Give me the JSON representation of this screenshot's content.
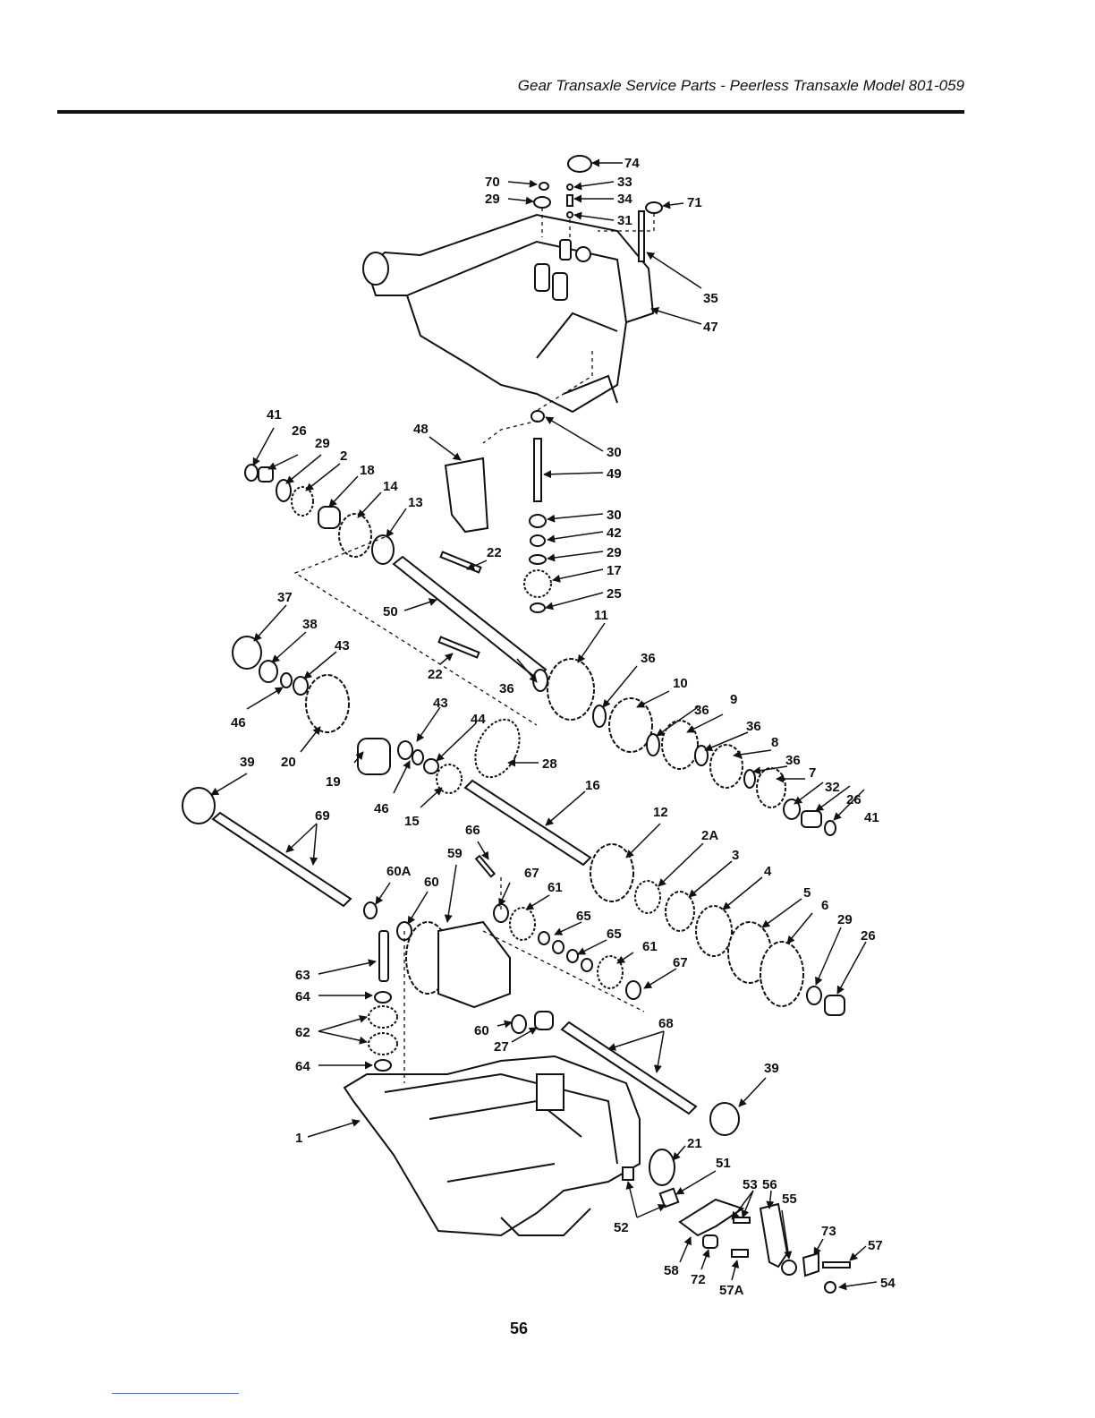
{
  "header": {
    "title": "Gear Transaxle Service Parts - Peerless Transaxle Model 801-059"
  },
  "page_number": "56",
  "labels": {
    "l74": "74",
    "l70": "70",
    "l33": "33",
    "l29a": "29",
    "l34": "34",
    "l71": "71",
    "l31": "31",
    "l35": "35",
    "l47": "47",
    "l41a": "41",
    "l26a": "26",
    "l29b": "29",
    "l2": "2",
    "l18": "18",
    "l14": "14",
    "l13": "13",
    "l48": "48",
    "l30a": "30",
    "l49": "49",
    "l30b": "30",
    "l42": "42",
    "l29c": "29",
    "l17": "17",
    "l25": "25",
    "l22a": "22",
    "l50": "50",
    "l22b": "22",
    "l37": "37",
    "l38": "38",
    "l43a": "43",
    "l46a": "46",
    "l20": "20",
    "l11": "11",
    "l36a": "36",
    "l36b": "36",
    "l10": "10",
    "l36c": "36",
    "l9": "9",
    "l36d": "36",
    "l8": "8",
    "l36e": "36",
    "l7": "7",
    "l32": "32",
    "l26b": "26",
    "l41b": "41",
    "l43b": "43",
    "l44": "44",
    "l28": "28",
    "l19": "19",
    "l39a": "39",
    "l46b": "46",
    "l15": "15",
    "l16": "16",
    "l69": "69",
    "l66": "66",
    "l59": "59",
    "l60A": "60A",
    "l60a": "60",
    "l67a": "67",
    "l61a": "61",
    "l12": "12",
    "l2A": "2A",
    "l3": "3",
    "l4": "4",
    "l5": "5",
    "l6": "6",
    "l29d": "29",
    "l26c": "26",
    "l65a": "65",
    "l65b": "65",
    "l61b": "61",
    "l67b": "67",
    "l63": "63",
    "l64a": "64",
    "l62": "62",
    "l64b": "64",
    "l60b": "60",
    "l27": "27",
    "l68": "68",
    "l39b": "39",
    "l1": "1",
    "l21": "21",
    "l51": "51",
    "l52": "52",
    "l53": "53",
    "l56": "56",
    "l55": "55",
    "l73": "73",
    "l57": "57",
    "l58": "58",
    "l72": "72",
    "l57A": "57A",
    "l54": "54"
  }
}
